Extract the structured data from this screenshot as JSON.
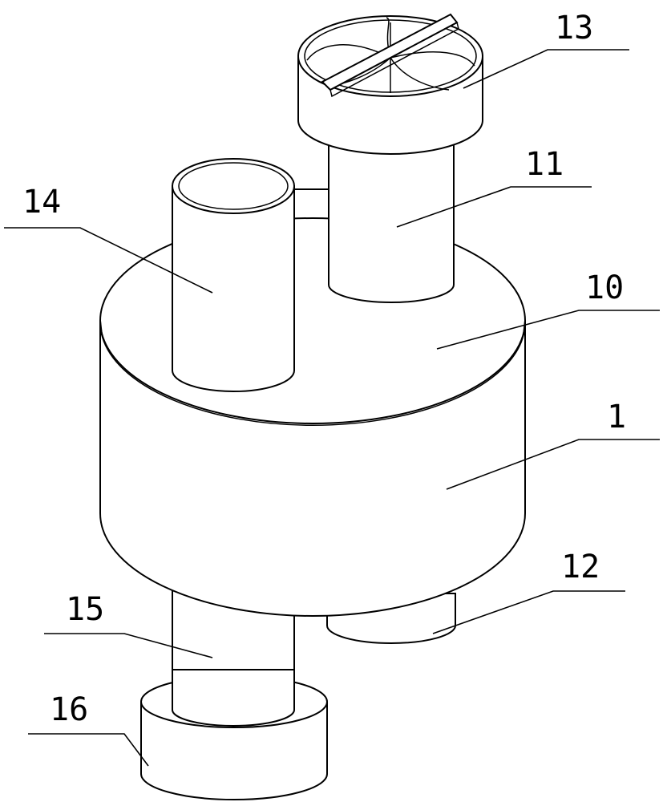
{
  "labels": {
    "l13": "13",
    "l11": "11",
    "l14": "14",
    "l10": "10",
    "l1": "1",
    "l12": "12",
    "l15": "15",
    "l16": "16"
  },
  "colors": {
    "line": "#000000",
    "background": "#ffffff"
  }
}
